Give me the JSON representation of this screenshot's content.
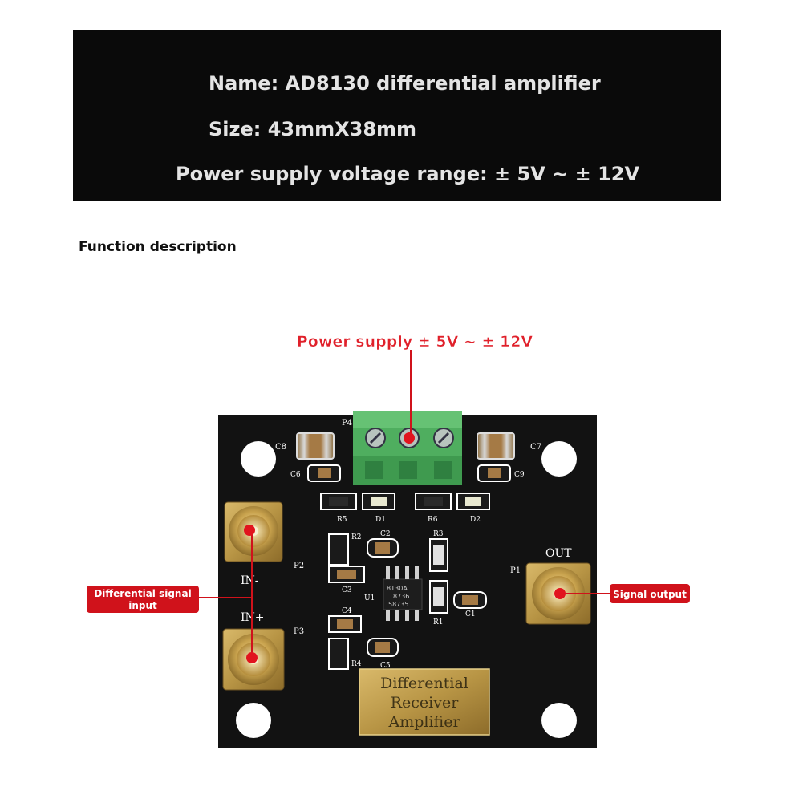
{
  "banner": {
    "name_line": "Name: AD8130 differential amplifier",
    "size_line": "Size: 43mmX38mm",
    "voltage_line": "Power supply voltage range: ± 5V ~ ± 12V"
  },
  "section_heading": "Function description",
  "callouts": {
    "power_supply": "Power supply ± 5V ~ ± 12V",
    "differential_input_line1": "Differential signal",
    "differential_input_line2": "input",
    "signal_output": "Signal output"
  },
  "board": {
    "silk_p4": "P4",
    "silk_c8": "C8",
    "silk_c6": "C6",
    "silk_c7": "C7",
    "silk_c9": "C9",
    "silk_r5": "R5",
    "silk_d1": "D1",
    "silk_r6": "R6",
    "silk_d2": "D2",
    "silk_r2": "R2",
    "silk_c2": "C2",
    "silk_r3": "R3",
    "silk_c3": "C3",
    "silk_u1": "U1",
    "silk_r1": "R1",
    "silk_c1": "C1",
    "silk_c4": "C4",
    "silk_r4": "R4",
    "silk_c5": "C5",
    "silk_p1": "P1",
    "silk_p2": "P2",
    "silk_p3": "P3",
    "silk_out": "OUT",
    "silk_in_minus": "IN-",
    "silk_in_plus": "IN+",
    "chip_line1": "8130A",
    "chip_line2": "8736",
    "chip_line3": "58735",
    "gold_label_line1": "Differential",
    "gold_label_line2": "Receiver",
    "gold_label_line3": "Amplifier"
  },
  "colors": {
    "banner_bg": "#0a0a0a",
    "banner_text": "#e4e4e4",
    "pcb": "#121212",
    "callout_red": "#d0121b",
    "terminal_green": "#4fae5f",
    "gold": "#c9a34e"
  }
}
